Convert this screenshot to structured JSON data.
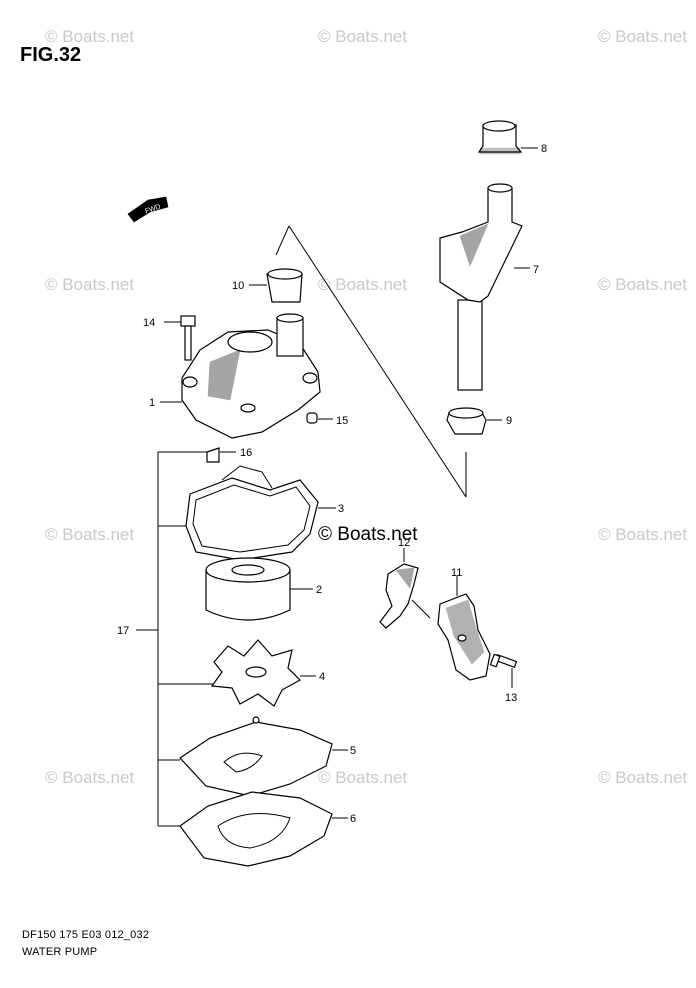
{
  "figure": {
    "title": "FIG.32",
    "footer_code": "DF150 175 E03 012_032",
    "footer_name": "WATER PUMP",
    "fwd_marker": "FWD"
  },
  "watermark": {
    "text": "© Boats.net",
    "center_text": "© Boats.net",
    "color": "#c9c9c9"
  },
  "part_labels": [
    "1",
    "2",
    "3",
    "4",
    "5",
    "6",
    "7",
    "8",
    "9",
    "10",
    "11",
    "12",
    "13",
    "14",
    "15",
    "16",
    "17"
  ]
}
